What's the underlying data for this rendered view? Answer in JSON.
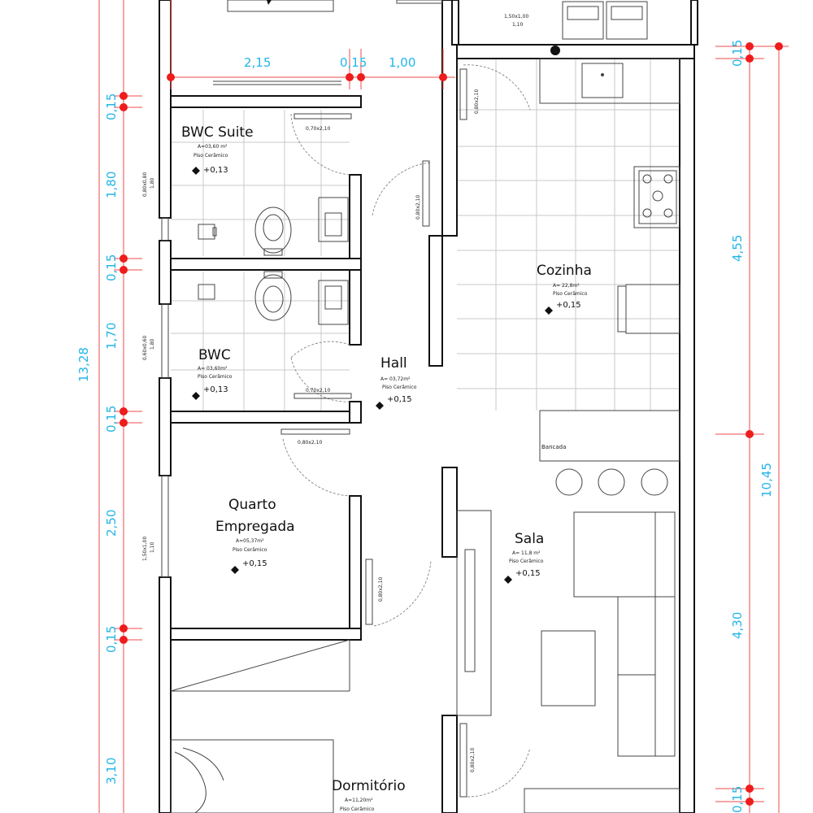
{
  "rooms": {
    "bwc_suite": {
      "name": "BWC Suite",
      "area": "A=03,60 m²",
      "floor": "Piso Cerâmico",
      "level": "+0,13"
    },
    "bwc": {
      "name": "BWC",
      "area": "A= 03,60m²",
      "floor": "Piso Cerâmico",
      "level": "+0,13"
    },
    "hall": {
      "name": "Hall",
      "area": "A= 03,72m²",
      "floor": "Piso Cerâmico",
      "level": "+0,15"
    },
    "cozinha": {
      "name": "Cozinha",
      "area": "A= 22,8m²",
      "floor": "Piso Cerâmico",
      "level": "+0,15"
    },
    "quarto": {
      "name_line1": "Quarto",
      "name_line2": "Empregada",
      "area": "A=05,37m²",
      "floor": "Piso Cerâmico",
      "level": "+0,15"
    },
    "sala": {
      "name": "Sala",
      "area": "A= 11,8 m²",
      "floor": "Piso Cerâmico",
      "level": "+0,15"
    },
    "dormitorio": {
      "name": "Dormitório",
      "area": "A=11,20m²",
      "floor": "Piso Cerâmico"
    }
  },
  "annotations": {
    "bancada": "Bancada",
    "door_suite": "0,70x2,10",
    "door_bwc": "0,70x2,10",
    "door_quarto": "0,80x2,10",
    "door_hall_v": "0,80x2,10",
    "door_quarto_v": "0,80x2,10",
    "door_kitchen_top": "0,80x2,10",
    "door_sala_bottom": "0,80x2,10",
    "window_kitchen": "1,50x1,00",
    "window_kitchen_h": "1,10",
    "window_suite": "0,80x0,80",
    "window_suite_h": "1,80",
    "window_bwc": "0,60x0,60",
    "window_bwc_h": "1,80",
    "window_quarto": "1,50x1,00",
    "window_quarto_h": "1,10"
  },
  "dimensions": {
    "top": [
      "2,15",
      "0,15",
      "1,00"
    ],
    "left": [
      "0,15",
      "1,80",
      "0,15",
      "1,70",
      "0,15",
      "2,50",
      "0,15",
      "3,10"
    ],
    "left_total": "13,28",
    "right": [
      "0,15",
      "4,55",
      "4,30",
      "0,15"
    ],
    "right_total": "10,45"
  },
  "colors": {
    "dimension_text": "#23b5e8",
    "dimension_line": "#f24b4b",
    "dimension_dot": "#ee1c1c",
    "wall": "#111111",
    "tile_grid": "#c9c9c9"
  }
}
